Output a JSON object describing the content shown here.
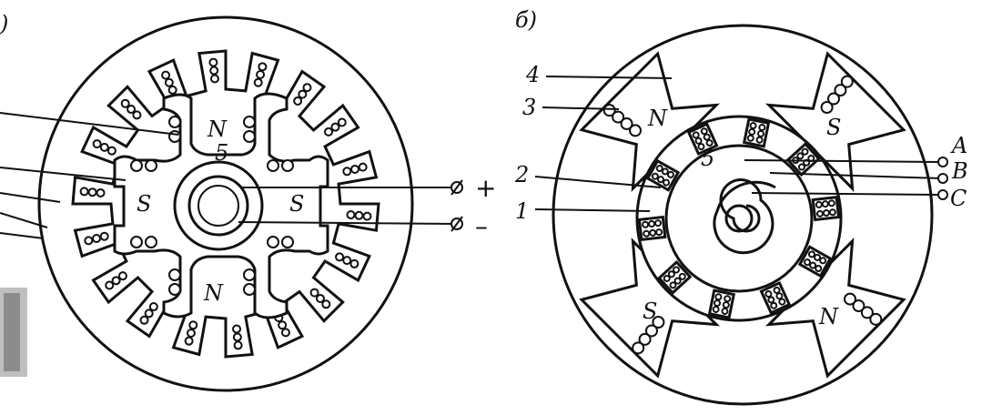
{
  "diagram": {
    "panel_a": {
      "caption": ")",
      "poles": {
        "top": "N",
        "bottom": "N",
        "left": "S",
        "right": "S"
      },
      "shaft_label": "5",
      "terminals": {
        "plus": "+",
        "minus": "–"
      },
      "stator_slot_count": 18
    },
    "panel_b": {
      "caption": "б)",
      "poles": {
        "top_left": "N",
        "top_right": "S",
        "bottom_left": "S",
        "bottom_right": "N"
      },
      "part_labels": [
        "4",
        "3",
        "2",
        "1",
        "5"
      ],
      "phase_terminals": [
        "A",
        "B",
        "C"
      ],
      "rotor_slot_count": 10
    },
    "colors": {
      "ink": "#111111",
      "paper": "#ffffff"
    }
  }
}
